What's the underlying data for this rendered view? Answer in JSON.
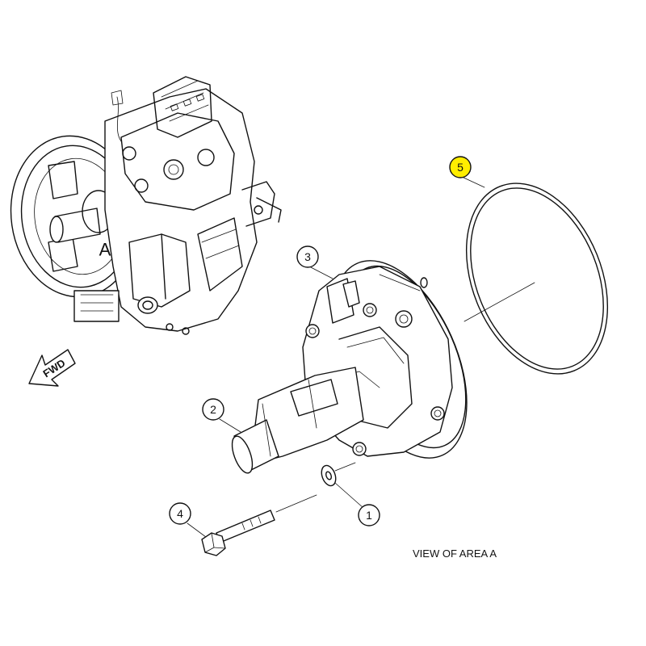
{
  "callouts": [
    {
      "id": "callout-1",
      "label": "1"
    },
    {
      "id": "callout-2",
      "label": "2"
    },
    {
      "id": "callout-3",
      "label": "3"
    },
    {
      "id": "callout-4",
      "label": "4"
    },
    {
      "id": "callout-5",
      "label": "5",
      "highlight": "#ffee00"
    }
  ],
  "area_marker": "A",
  "fwd_label": "FWD",
  "caption": "VIEW OF AREA A",
  "colors": {
    "line": "#111111",
    "highlight": "#ffee00",
    "background": "#ffffff"
  }
}
